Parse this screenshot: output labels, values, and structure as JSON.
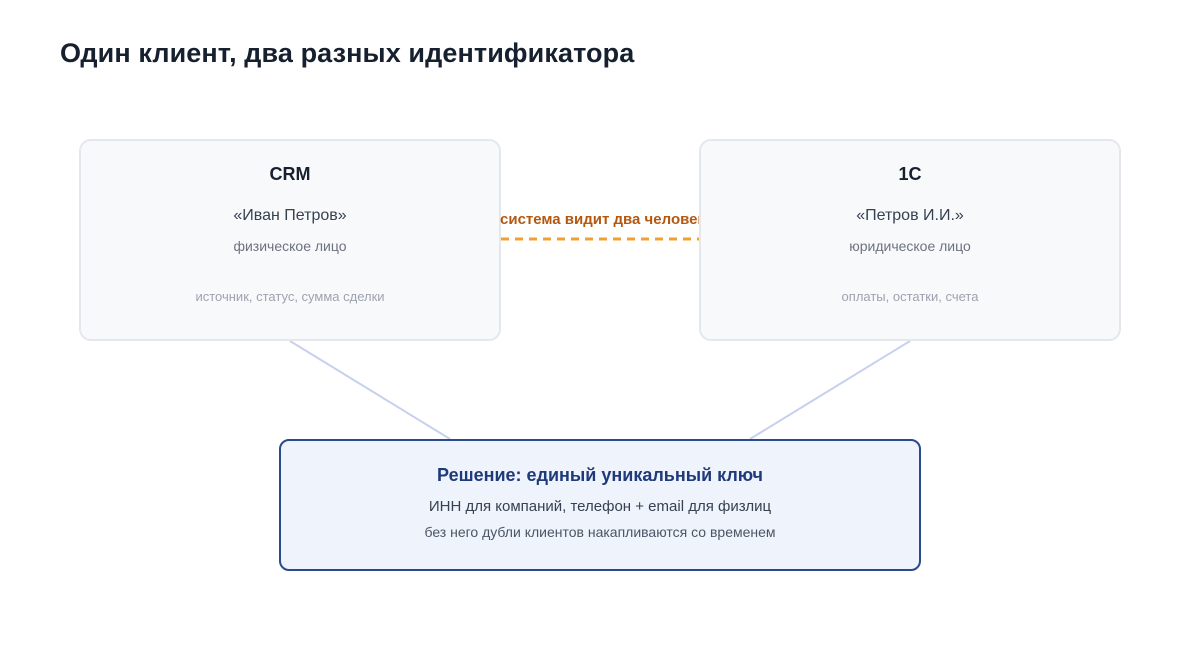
{
  "title": "Один клиент, два разных идентификатора",
  "crm": {
    "title": "CRM",
    "name": "«Иван Петров»",
    "type": "физическое лицо",
    "fields": "источник, статус, сумма сделки"
  },
  "onec": {
    "title": "1С",
    "name": "«Петров И.И.»",
    "type": "юридическое лицо",
    "fields": "оплаты, остатки, счета"
  },
  "link_label": "система видит два человека",
  "solution": {
    "title": "Решение: единый уникальный ключ",
    "line1": "ИНН для компаний, телефон + email для физлиц",
    "line2": "без него дубли клиентов накапливаются со временем"
  },
  "colors": {
    "accent_orange": "#f0a030",
    "solution_border": "#2b4a8c",
    "connector": "#c7d0ee"
  }
}
